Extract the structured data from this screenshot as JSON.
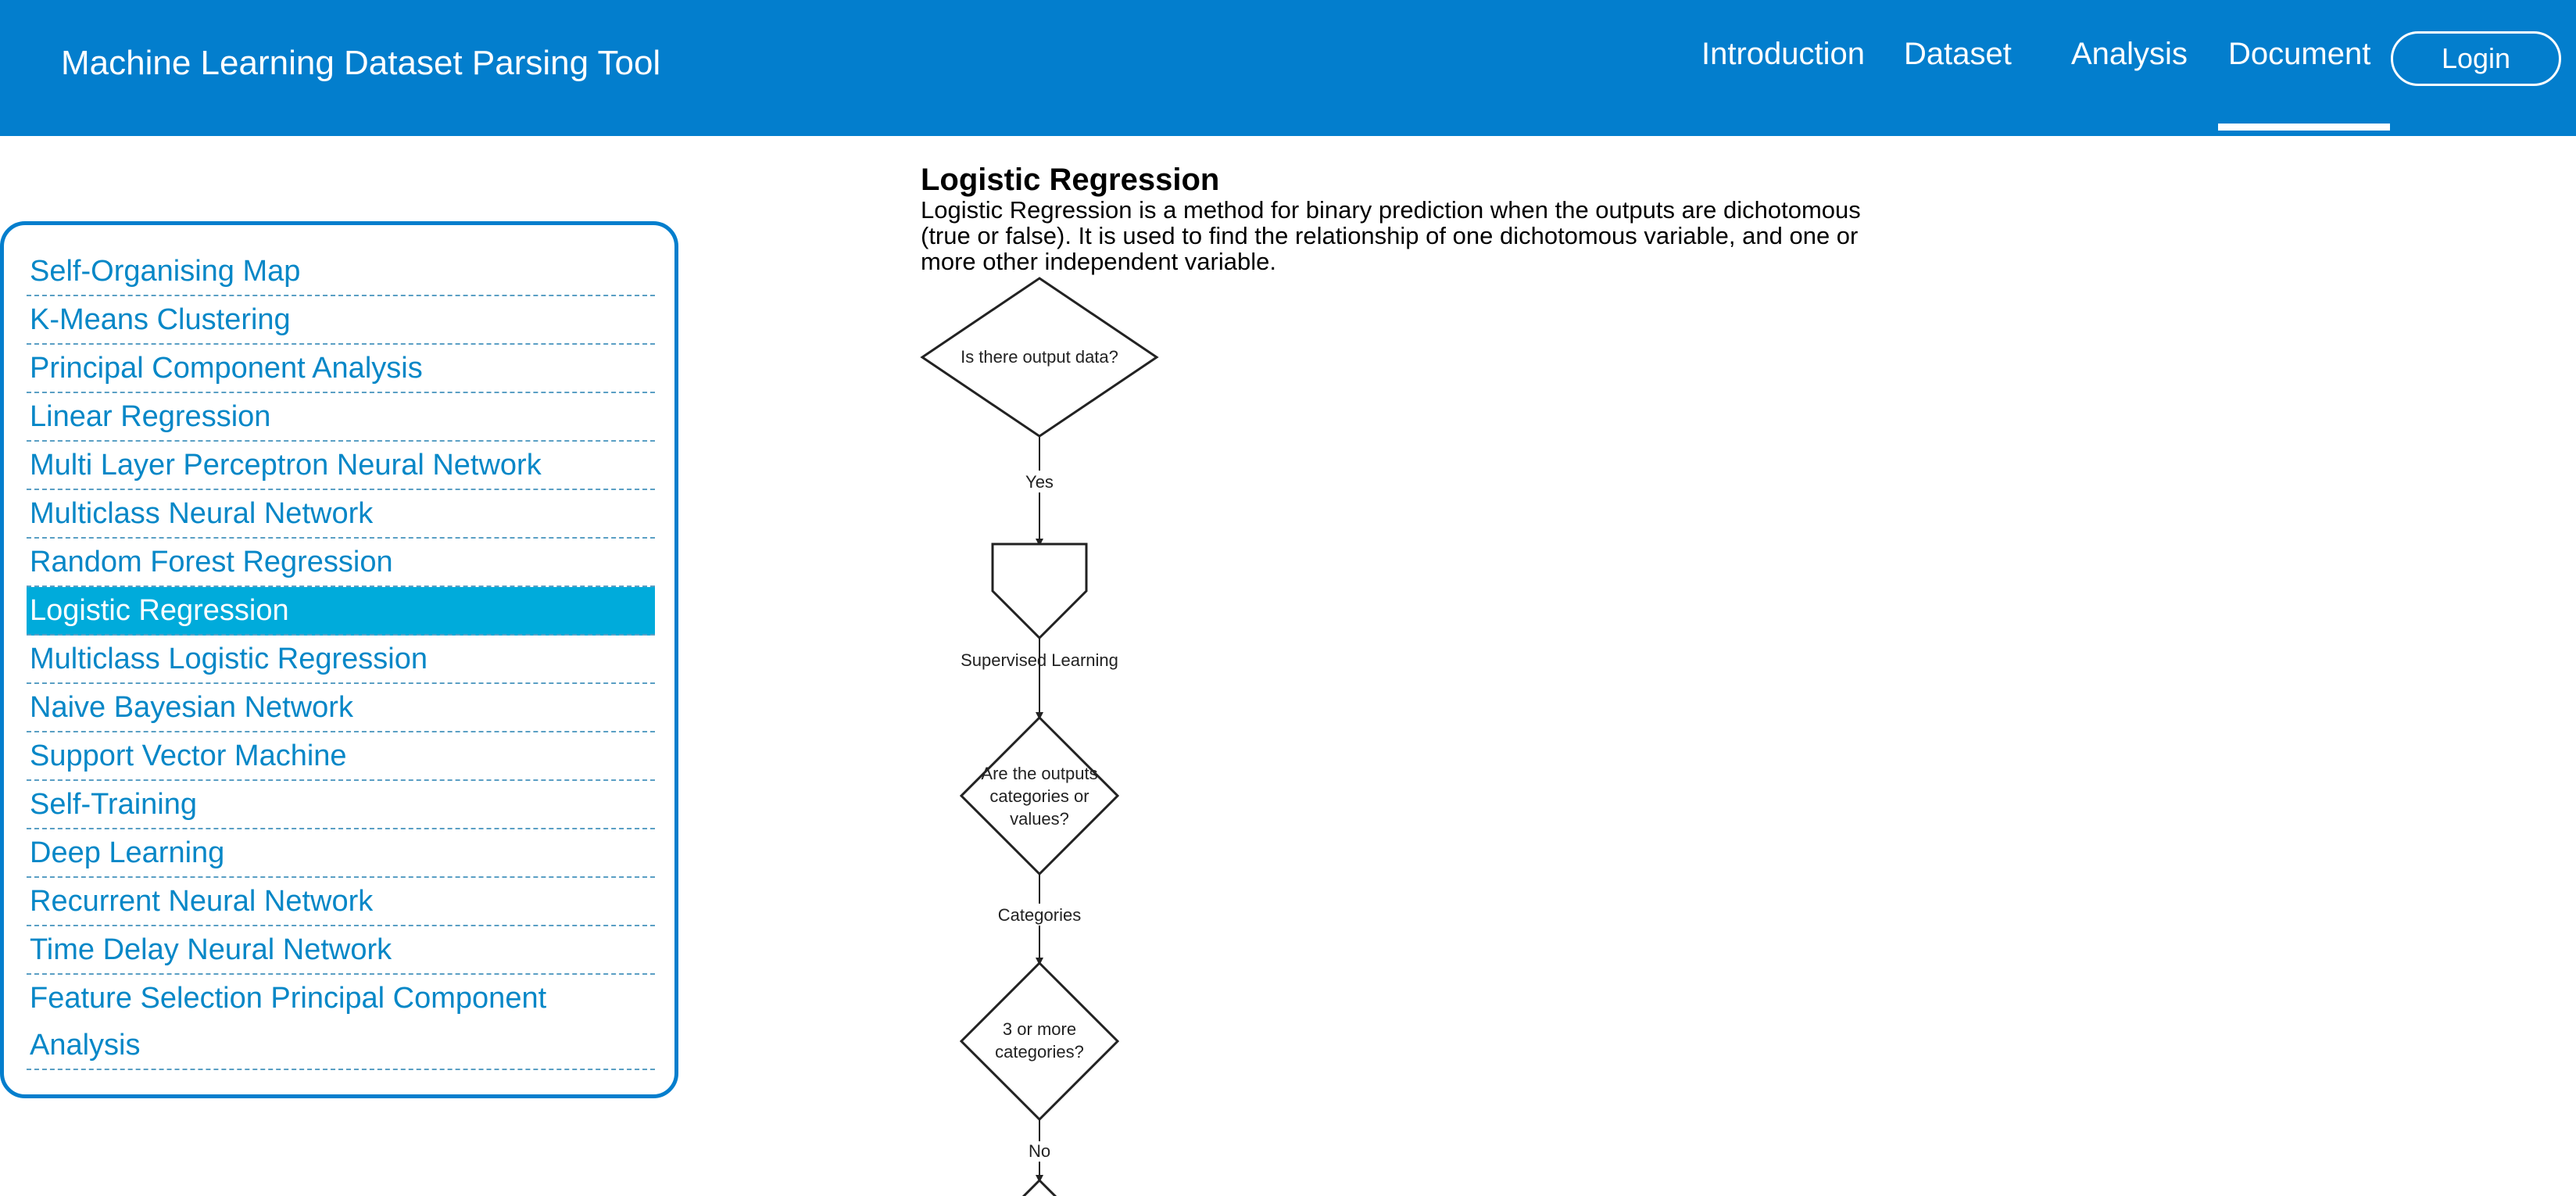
{
  "header": {
    "title": "Machine Learning Dataset Parsing Tool",
    "nav": [
      "Introduction",
      "Dataset",
      "Analysis",
      "Document"
    ],
    "active_nav": "Document",
    "login_label": "Login",
    "background_color": "#037ecd"
  },
  "sidebar": {
    "items": [
      "Self-Organising Map",
      "K-Means Clustering",
      "Principal Component Analysis",
      "Linear Regression",
      "Multi Layer Perceptron Neural Network",
      "Multiclass Neural Network",
      "Random Forest Regression",
      "Logistic Regression",
      "Multiclass Logistic Regression",
      "Naive Bayesian Network",
      "Support Vector Machine",
      "Self-Training",
      "Deep Learning",
      "Recurrent Neural Network",
      "Time Delay Neural Network",
      "Feature Selection Principal Component Analysis"
    ],
    "active_item": "Logistic Regression",
    "active_color": "#00abdb",
    "link_color": "#0687c7"
  },
  "main": {
    "title": "Logistic Regression",
    "description": "Logistic Regression is a method for binary prediction when the outputs are dichotomous (true or false). It is used to find the relationship of one dichotomous variable, and one or more other independent variable.",
    "flowchart": {
      "q1": "Is there output data?",
      "edge1": "Yes",
      "edge2": "Supervised Learning",
      "q2_lines": [
        "Are the outputs",
        "categories or",
        "values?"
      ],
      "edge3": "Categories",
      "q3_lines": [
        "3 or more",
        "categories?"
      ],
      "edge4": "No"
    }
  }
}
